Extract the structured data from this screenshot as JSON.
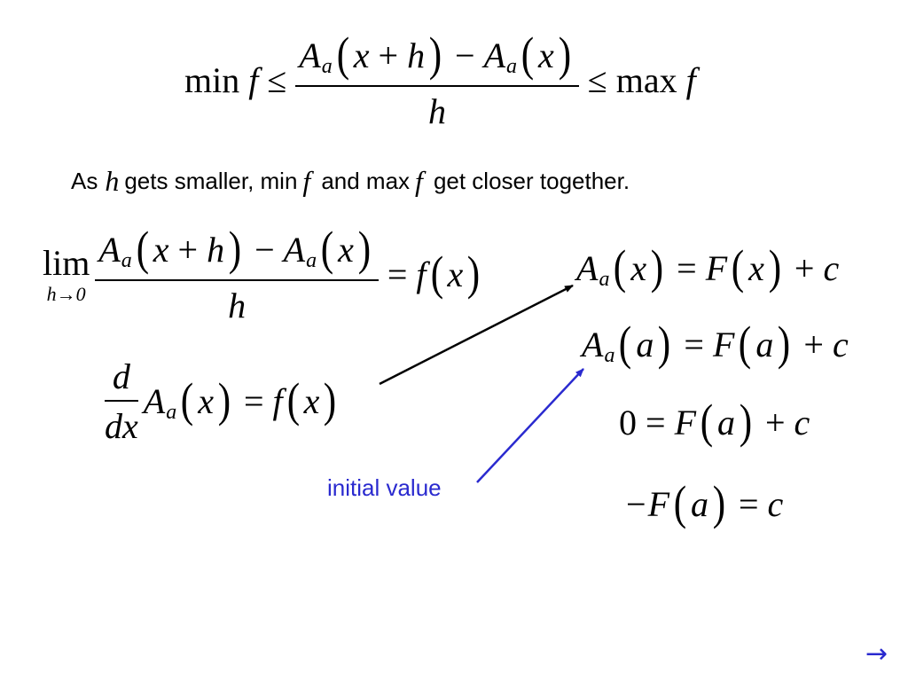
{
  "sentence": {
    "as": "As",
    "h": "h",
    "gets_smaller": "gets smaller, min",
    "f1": "f",
    "and_max": "and max",
    "f2": "f",
    "rest": "get closer together."
  },
  "math": {
    "min": "min",
    "max": "max",
    "lim": "lim",
    "lim_sub": "h→0",
    "A": "A",
    "a": "a",
    "x": "x",
    "h": "h",
    "f": "f",
    "F": "F",
    "c": "c",
    "d": "d",
    "dx": "dx",
    "zero": "0",
    "plus": "+",
    "minus": "−",
    "neg": "−",
    "eq": "=",
    "leq": "≤",
    "lp": "(",
    "rp": ")"
  },
  "annotation": {
    "label": "initial value",
    "color": "#2a2acf"
  },
  "nav": {
    "next_glyph": "→"
  }
}
